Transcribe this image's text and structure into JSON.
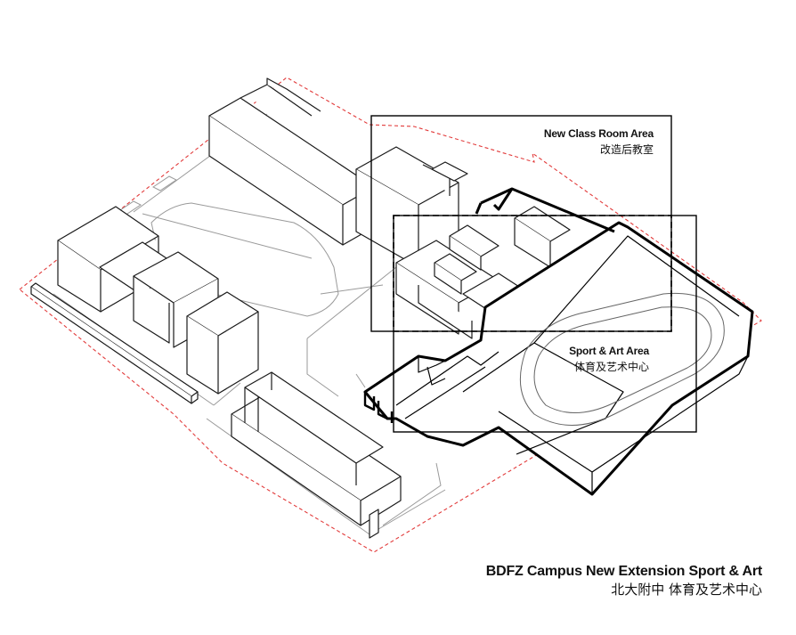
{
  "diagram": {
    "labels": {
      "classroom": {
        "en": "New Class Room Area",
        "zh": "改造后教室"
      },
      "sport": {
        "en": "Sport & Art Area",
        "zh": "体育及艺术中心"
      }
    },
    "caption": {
      "title": "BDFZ Campus New Extension Sport & Art",
      "subtitle": "北大附中 体育及艺术中心"
    },
    "colors": {
      "site_boundary": "#e23b3b",
      "linework": "#1a1a1a",
      "ground_lines": "#9a9a9a",
      "background": "#ffffff"
    }
  }
}
